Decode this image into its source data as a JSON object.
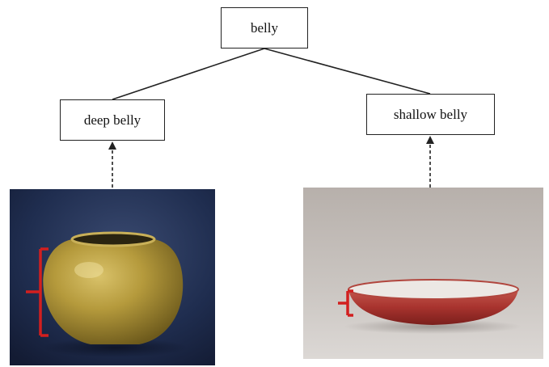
{
  "diagram": {
    "root": {
      "label": "belly"
    },
    "children": [
      {
        "key": "deep",
        "label": "deep belly"
      },
      {
        "key": "shallow",
        "label": "shallow belly"
      }
    ]
  },
  "colors": {
    "line": "#222222",
    "bracket": "#d21f1f",
    "deep_background": "#1f2d4f",
    "deep_glaze": "#b59a3c",
    "shallow_background": "#c8c4c0",
    "shallow_glaze": "#a8332e"
  }
}
